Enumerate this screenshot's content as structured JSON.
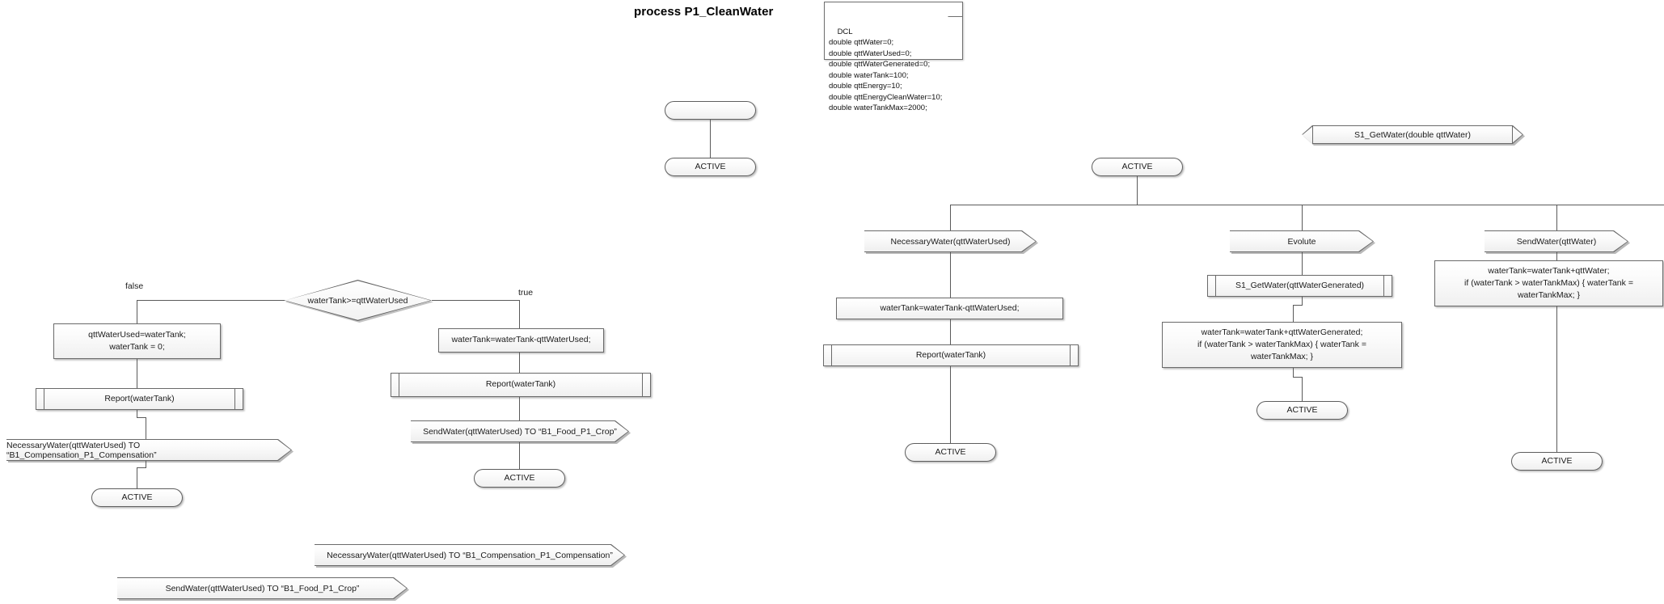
{
  "title": "process P1_CleanWater",
  "declaration": {
    "name": "DCL",
    "text": "DCL\ndouble qttWater=0;\ndouble qttWaterUsed=0;\ndouble qttWaterGenerated=0;\ndouble waterTank=100;\ndouble qttEnergy=10;\ndouble qttEnergyCleanWater=10;\ndouble waterTankMax=2000;"
  },
  "procedure_declaration": {
    "label": "S1_GetWater(double qttWater)"
  },
  "start": {
    "empty_state": "",
    "state": "ACTIVE"
  },
  "decision_branch": {
    "condition": "waterTank>=qttWaterUsed",
    "false_label": "false",
    "true_label": "true",
    "false_path": {
      "task": "qttWaterUsed=waterTank;\nwaterTank = 0;",
      "call": "Report(waterTank)",
      "output": "NecessaryWater(qttWaterUsed) TO “B1_Compensation_P1_Compensation”",
      "state": "ACTIVE"
    },
    "true_path": {
      "task": "waterTank=waterTank-qttWaterUsed;",
      "call": "Report(waterTank)",
      "output": "SendWater(qttWaterUsed) TO “B1_Food_P1_Crop”",
      "state": "ACTIVE"
    }
  },
  "floating_outputs": [
    {
      "label": "NecessaryWater(qttWaterUsed) TO “B1_Compensation_P1_Compensation”"
    },
    {
      "label": "SendWater(qttWaterUsed) TO “B1_Food_P1_Crop”"
    }
  ],
  "active_state": {
    "label": "ACTIVE"
  },
  "transitions": [
    {
      "input": "NecessaryWater(qttWaterUsed)",
      "task": "waterTank=waterTank-qttWaterUsed;",
      "call": "Report(waterTank)",
      "state": "ACTIVE"
    },
    {
      "input": "Evolute",
      "call": "S1_GetWater(qttWaterGenerated)",
      "task": "waterTank=waterTank+qttWaterGenerated;\nif (waterTank > waterTankMax) { waterTank = waterTankMax; }",
      "state": "ACTIVE"
    },
    {
      "input": "SendWater(qttWater)",
      "task": "waterTank=waterTank+qttWater;\nif (waterTank > waterTankMax) { waterTank = waterTankMax; }",
      "state": "ACTIVE"
    }
  ],
  "colors": {
    "stroke": "#6a6a6a",
    "line": "#5a5a5a",
    "fill_top": "#ffffff",
    "fill_bottom": "#eeeeee",
    "text": "#1b1b1b"
  }
}
